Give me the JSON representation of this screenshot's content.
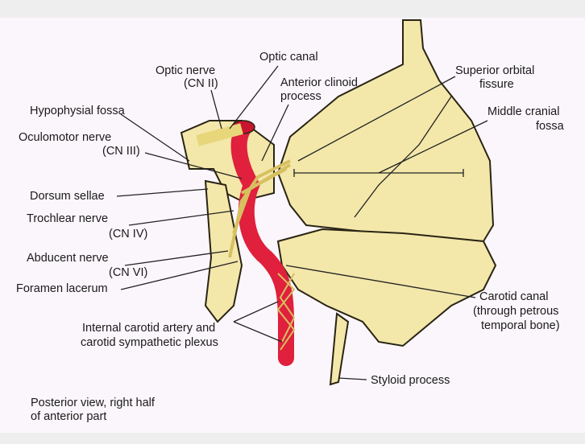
{
  "labels": {
    "optic_nerve": [
      "Optic nerve",
      "(CN II)"
    ],
    "optic_canal": "Optic canal",
    "anterior_clinoid": [
      "Anterior clinoid",
      "process"
    ],
    "superior_orbital": [
      "Superior orbital",
      "fissure"
    ],
    "middle_cranial": [
      "Middle cranial",
      "fossa"
    ],
    "hypophysial": "Hypophysial fossa",
    "oculomotor": [
      "Oculomotor nerve",
      "(CN III)"
    ],
    "dorsum": "Dorsum sellae",
    "trochlear": [
      "Trochlear nerve",
      "(CN IV)"
    ],
    "abducent": [
      "Abducent nerve",
      "(CN VI)"
    ],
    "foramen": "Foramen lacerum",
    "carotid_artery": [
      "Internal carotid artery and",
      "carotid sympathetic plexus"
    ],
    "carotid_canal": [
      "Carotid canal",
      "(through petrous",
      "temporal bone)"
    ],
    "styloid": "Styloid process"
  },
  "caption": [
    "Posterior view, right half",
    "of anterior part"
  ],
  "colors": {
    "bone": "#f3e7aa",
    "artery": "#e0203c",
    "nerve": "#e8d77a"
  }
}
